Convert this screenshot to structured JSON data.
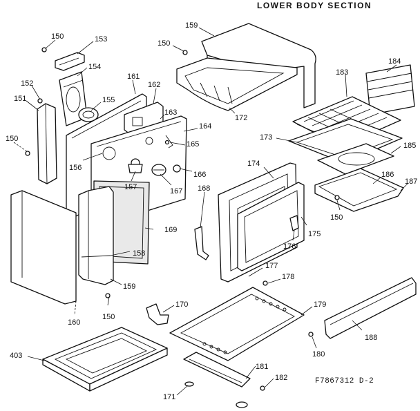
{
  "title": "LOWER BODY SECTION",
  "drawing_code": "F7867312 D-2",
  "labels": {
    "l150a": "150",
    "l153": "153",
    "l154": "154",
    "l152": "152",
    "l151": "151",
    "l155": "155",
    "l150b": "150",
    "l161": "161",
    "l162": "162",
    "l163": "163",
    "l164": "164",
    "l165": "165",
    "l156": "156",
    "l157": "157",
    "l167": "167",
    "l166": "166",
    "l169": "169",
    "l158": "158",
    "l159b": "159",
    "l160": "160",
    "l150c": "150",
    "l159": "159",
    "l150d": "150",
    "l172": "172",
    "l184": "184",
    "l183": "183",
    "l173": "173",
    "l185": "185",
    "l186": "186",
    "l187": "187",
    "l150e": "150",
    "l174": "174",
    "l168": "168",
    "l175": "175",
    "l176": "176",
    "l177": "177",
    "l178": "178",
    "l170": "170",
    "l179": "179",
    "l188": "188",
    "l180": "180",
    "l403": "403",
    "l181": "181",
    "l182": "182",
    "l171": "171"
  }
}
